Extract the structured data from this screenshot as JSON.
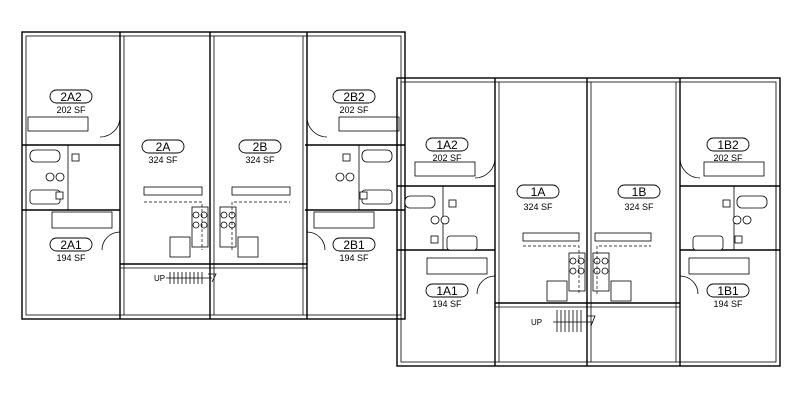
{
  "buildings": [
    {
      "units": [
        {
          "id": "2A2",
          "area": "202 SF"
        },
        {
          "id": "2A",
          "area": "324 SF"
        },
        {
          "id": "2B",
          "area": "324 SF"
        },
        {
          "id": "2B2",
          "area": "202 SF"
        },
        {
          "id": "2A1",
          "area": "194 SF"
        },
        {
          "id": "2B1",
          "area": "194 SF"
        }
      ],
      "stair_label": "UP"
    },
    {
      "units": [
        {
          "id": "1A2",
          "area": "202 SF"
        },
        {
          "id": "1A",
          "area": "324 SF"
        },
        {
          "id": "1B",
          "area": "324 SF"
        },
        {
          "id": "1B2",
          "area": "202 SF"
        },
        {
          "id": "1A1",
          "area": "194 SF"
        },
        {
          "id": "1B1",
          "area": "194 SF"
        }
      ],
      "stair_label": "UP"
    }
  ]
}
